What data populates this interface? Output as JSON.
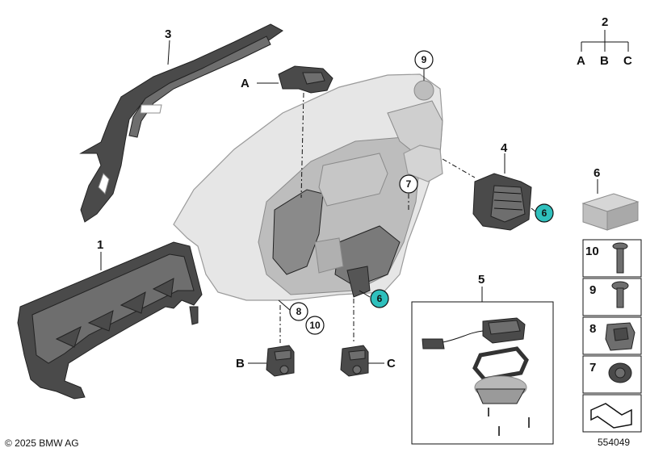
{
  "labels": {
    "part1": "1",
    "part2": "2",
    "part3": "3",
    "part4": "4",
    "part5": "5",
    "part6": "6",
    "part7": "7",
    "part8": "8",
    "part9": "9",
    "part10": "10",
    "A": "A",
    "B": "B",
    "C": "C"
  },
  "legend": {
    "top": "2",
    "branches": [
      "A",
      "B",
      "C"
    ]
  },
  "sidebar": {
    "items": [
      "6",
      "10",
      "9",
      "8",
      "7"
    ]
  },
  "callouts": {
    "circle_9": "9",
    "circle_7": "7",
    "circle_8": "8",
    "circle_10": "10",
    "circle_6_highlight_a": "6",
    "circle_6_highlight_b": "6"
  },
  "footer": {
    "copyright": "© 2025 BMW AG",
    "diagram_number": "554049"
  },
  "colors": {
    "highlight": "#2fc0bd",
    "part_dark": "#4a4a4a",
    "housing_light": "#e6e6e6"
  }
}
